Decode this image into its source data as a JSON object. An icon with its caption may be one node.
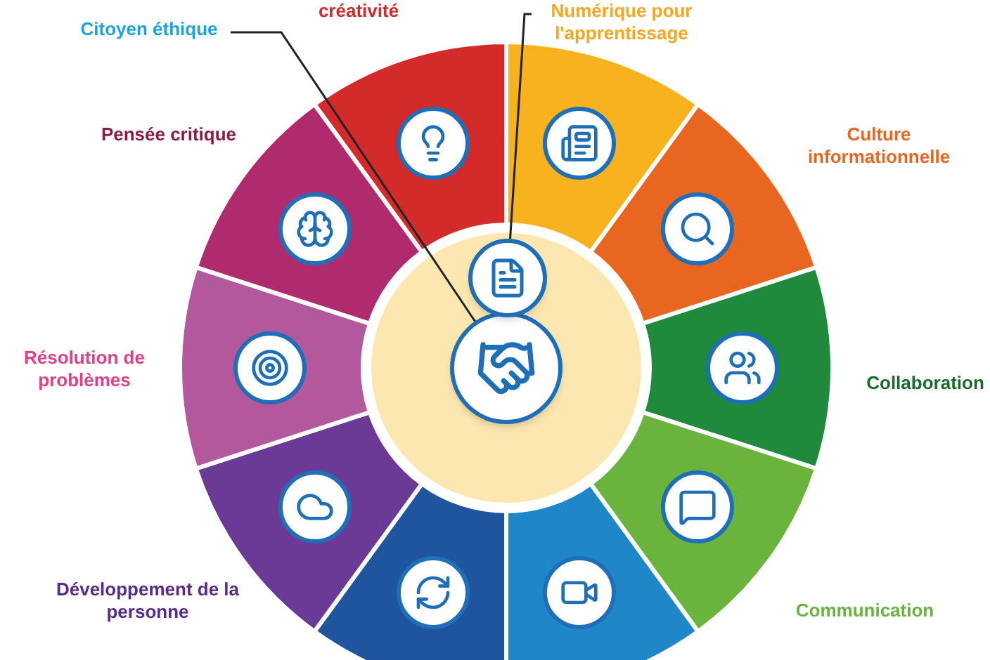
{
  "diagram": {
    "nodes": [
      {
        "text": [
          "Citoyen éthique"
        ]
      },
      {
        "text": [
          "Numérique pour l'apprentissage"
        ]
      },
      {
        "text": [],
        "shape": "circle"
      },
      {
        "text": [],
        "shape": "picture",
        "in": 2
      },
      {
        "text": [],
        "shape": "picture",
        "in": 2
      }
    ],
    "edges": [
      {
        "from": 0,
        "to": 3,
        "arrow": "none"
      },
      {
        "from": 1,
        "to": 4,
        "arrow": "none"
      }
    ],
    "labels": [
      "créativité",
      "Pensée critique",
      "Culture informationnelle",
      "Résolution de problèmes",
      "Collaboration",
      "Développement de la personne",
      "Communication"
    ]
  }
}
